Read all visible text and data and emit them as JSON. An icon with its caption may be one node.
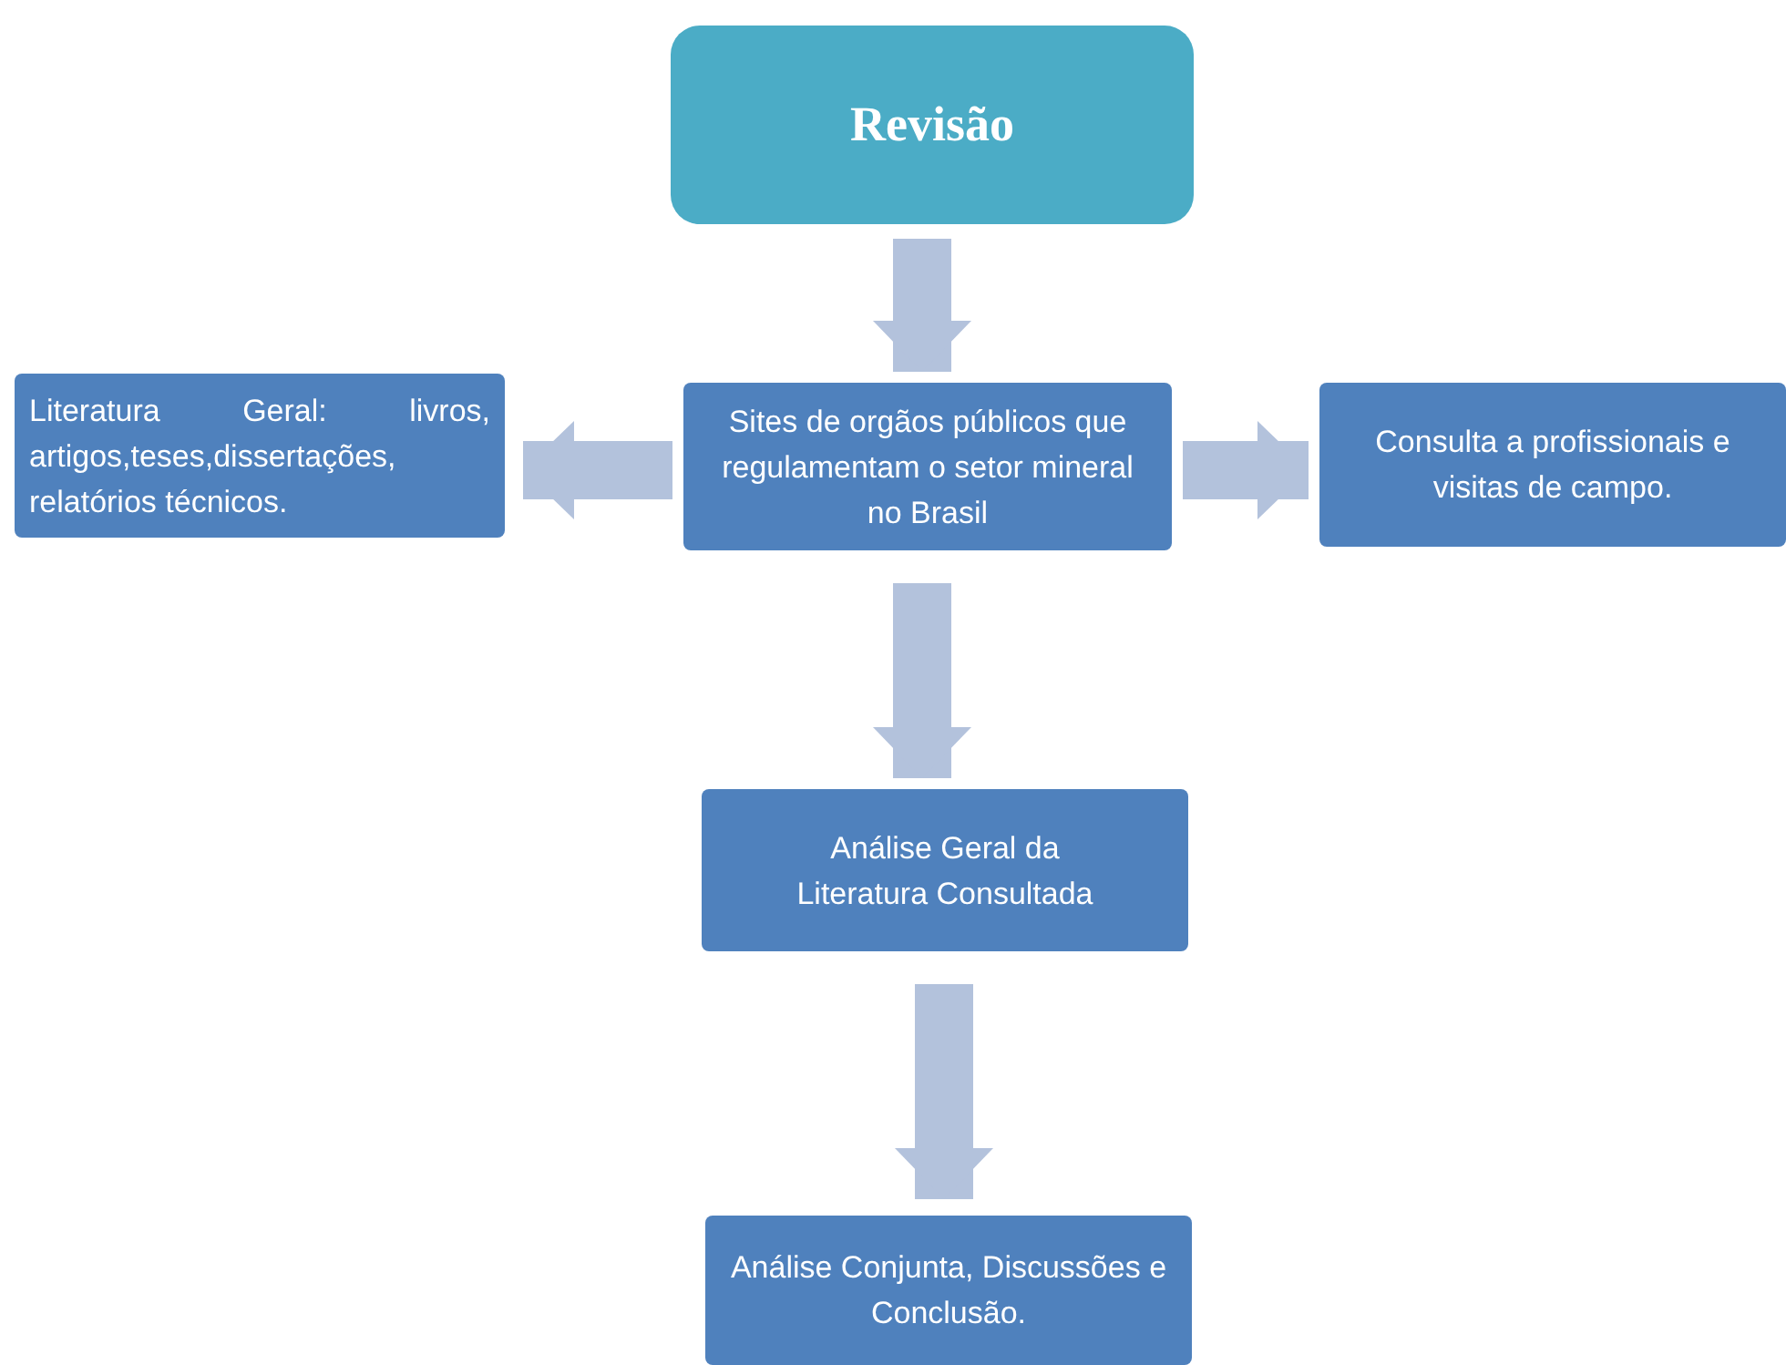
{
  "diagram": {
    "nodes": [
      {
        "text": [
          "Revisão"
        ]
      },
      {
        "text": [
          "Sites de orgãos públicos que regulamentam o setor mineral no Brasil"
        ]
      },
      {
        "text": [
          "Literatura Geral: livros, artigos,teses,dissertações, relatórios técnicos."
        ]
      },
      {
        "text": [
          "Consulta a profissionais e visitas de campo."
        ]
      },
      {
        "text": [
          "Análise Geral da Literatura Consultada"
        ]
      },
      {
        "text": [
          "Análise Conjunta, Discussões e Conclusão."
        ]
      }
    ],
    "edges": [
      {
        "from": 0,
        "to": 1,
        "arrow": "to"
      },
      {
        "from": 1,
        "to": 2,
        "arrow": "to"
      },
      {
        "from": 1,
        "to": 3,
        "arrow": "to"
      },
      {
        "from": 1,
        "to": 4,
        "arrow": "to"
      },
      {
        "from": 4,
        "to": 5,
        "arrow": "to"
      }
    ]
  }
}
